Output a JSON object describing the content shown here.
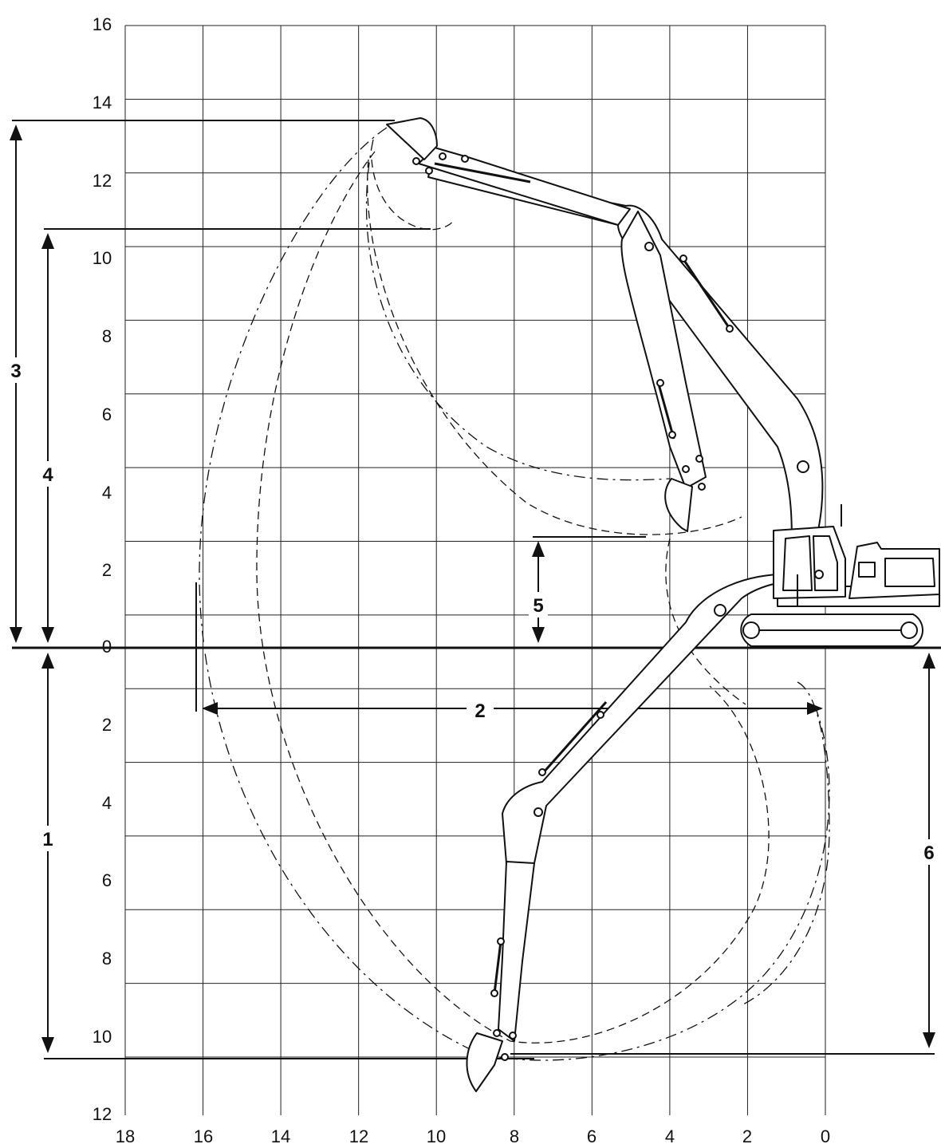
{
  "diagram": {
    "type": "excavator-working-range",
    "y_ticks": [
      "16",
      "14",
      "12",
      "10",
      "8",
      "6",
      "4",
      "2",
      "0",
      "2",
      "4",
      "6",
      "8",
      "10",
      "12"
    ],
    "x_ticks": [
      "18",
      "16",
      "14",
      "12",
      "10",
      "8",
      "6",
      "4",
      "2",
      "0"
    ],
    "dimensions": [
      {
        "id": "1",
        "label": "1"
      },
      {
        "id": "2",
        "label": "2"
      },
      {
        "id": "3",
        "label": "3"
      },
      {
        "id": "4",
        "label": "4"
      },
      {
        "id": "5",
        "label": "5"
      },
      {
        "id": "6",
        "label": "6"
      }
    ],
    "grid": true,
    "colors": {
      "line": "#111111",
      "grid": "#222222",
      "background": "#ffffff"
    }
  }
}
